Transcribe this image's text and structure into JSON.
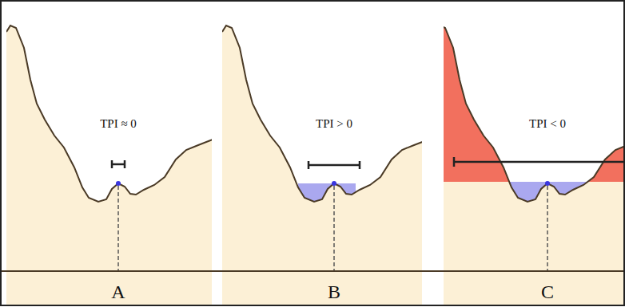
{
  "diagram": {
    "labels": [
      "TPI ≈ 0",
      "A",
      "TPI > 0",
      "B",
      "TPI < 0",
      "C"
    ]
  }
}
